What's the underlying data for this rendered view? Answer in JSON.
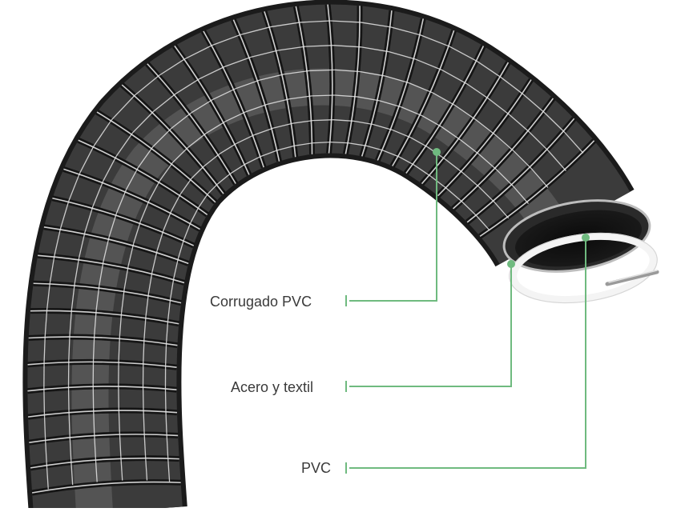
{
  "labels": {
    "corrugated": "Corrugado PVC",
    "steel_textile": "Acero y textil",
    "pvc": "PVC"
  },
  "colors": {
    "callout_line": "#6fba7f",
    "hose_body": "#2b2b2b",
    "hose_highlight": "#8a8a8a",
    "wire": "#e6e6e6",
    "label_text": "#3a3a3a"
  }
}
